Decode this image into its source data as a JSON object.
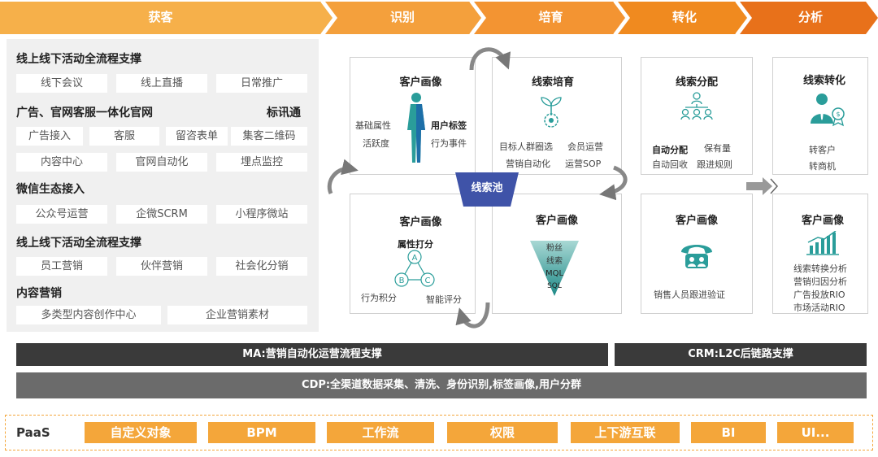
{
  "stages": [
    "获客",
    "识别",
    "培育",
    "转化",
    "分析"
  ],
  "left_panel": {
    "sections": [
      {
        "title": "线上线下活动全流程支撑",
        "chips": [
          "线下会议",
          "线上直播",
          "日常推广"
        ]
      },
      {
        "title": "广告、官网客服一体化官网",
        "aside": "标讯通",
        "chips_row1": [
          "广告接入",
          "客服",
          "留咨表单",
          "集客二维码"
        ],
        "chips_row2": [
          "内容中心",
          "官网自动化",
          "埋点监控"
        ]
      },
      {
        "title": "微信生态接入",
        "chips": [
          "公众号运营",
          "企微SCRM",
          "小程序微站"
        ]
      },
      {
        "title": "线上线下活动全流程支撑",
        "chips": [
          "员工营销",
          "伙伴营销",
          "社会化分销"
        ]
      },
      {
        "title": "内容营销",
        "chips": [
          "多类型内容创作中心",
          "企业营销素材"
        ]
      }
    ]
  },
  "identify_top": {
    "title": "客户画像",
    "left1": "基础属性",
    "left2": "活跃度",
    "right1": "用户标签",
    "right2": "行为事件"
  },
  "identify_bottom": {
    "title": "客户画像",
    "sub": "属性打分",
    "left": "行为积分",
    "right": "智能评分",
    "nodes": [
      "A",
      "B",
      "C"
    ]
  },
  "nurture_top": {
    "title": "线索培育",
    "row1a": "目标人群圈选",
    "row1b": "会员运营",
    "row2a": "营销自动化",
    "row2b": "运营SOP"
  },
  "nurture_bottom": {
    "title": "客户画像",
    "funnel": [
      "粉丝",
      "线索",
      "MQL",
      "SQL"
    ]
  },
  "pool_label": "线索池",
  "convert_top": {
    "title": "线索分配",
    "row1a": "自动分配",
    "row1b": "保有量",
    "row2a": "自动回收",
    "row2b": "跟进规则"
  },
  "convert_bottom": {
    "title": "客户画像",
    "text": "销售人员跟进验证"
  },
  "analyze_top": {
    "title": "线索转化",
    "line1": "转客户",
    "line2": "转商机"
  },
  "analyze_bottom": {
    "title": "客户画像",
    "lines": [
      "线索转换分析",
      "营销归因分析",
      "广告投放RIO",
      "市场活动RIO"
    ]
  },
  "ma_bar": "MA:营销自动化运营流程支撑",
  "crm_bar": "CRM:L2C后链路支撑",
  "cdp_bar": "CDP:全渠道数据采集、清洗、身份识别,标签画像,用户分群",
  "paas": {
    "label": "PaaS",
    "items": [
      "自定义对象",
      "BPM",
      "工作流",
      "权限",
      "上下游互联",
      "BI",
      "UI..."
    ]
  },
  "colors": {
    "orange_light": "#f6b04a",
    "orange": "#f08a1f",
    "orange_dark": "#e8711a",
    "teal": "#2a9d9a",
    "navy": "#3f53a8",
    "dark_bar": "#3a3a3a",
    "gray_bar": "#6b6b6b"
  }
}
